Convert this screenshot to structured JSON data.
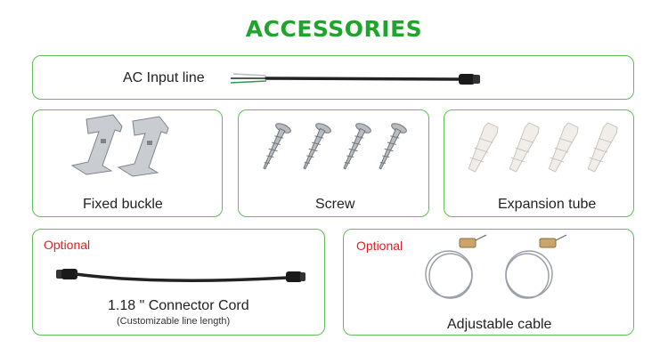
{
  "title": "ACCESSORIES",
  "items": {
    "ac_input": {
      "label": "AC Input line"
    },
    "fixed_buckle": {
      "label": "Fixed buckle"
    },
    "screw": {
      "label": "Screw"
    },
    "expansion_tube": {
      "label": "Expansion tube"
    },
    "connector_cord": {
      "tag": "Optional",
      "label": "1.18 \" Connector Cord",
      "sublabel": "(Customizable line length)"
    },
    "adjustable_cable": {
      "tag": "Optional",
      "label": "Adjustable cable"
    }
  },
  "colors": {
    "accent": "#1fa42c",
    "border": "#5cbf56",
    "optional": "#e02020"
  }
}
